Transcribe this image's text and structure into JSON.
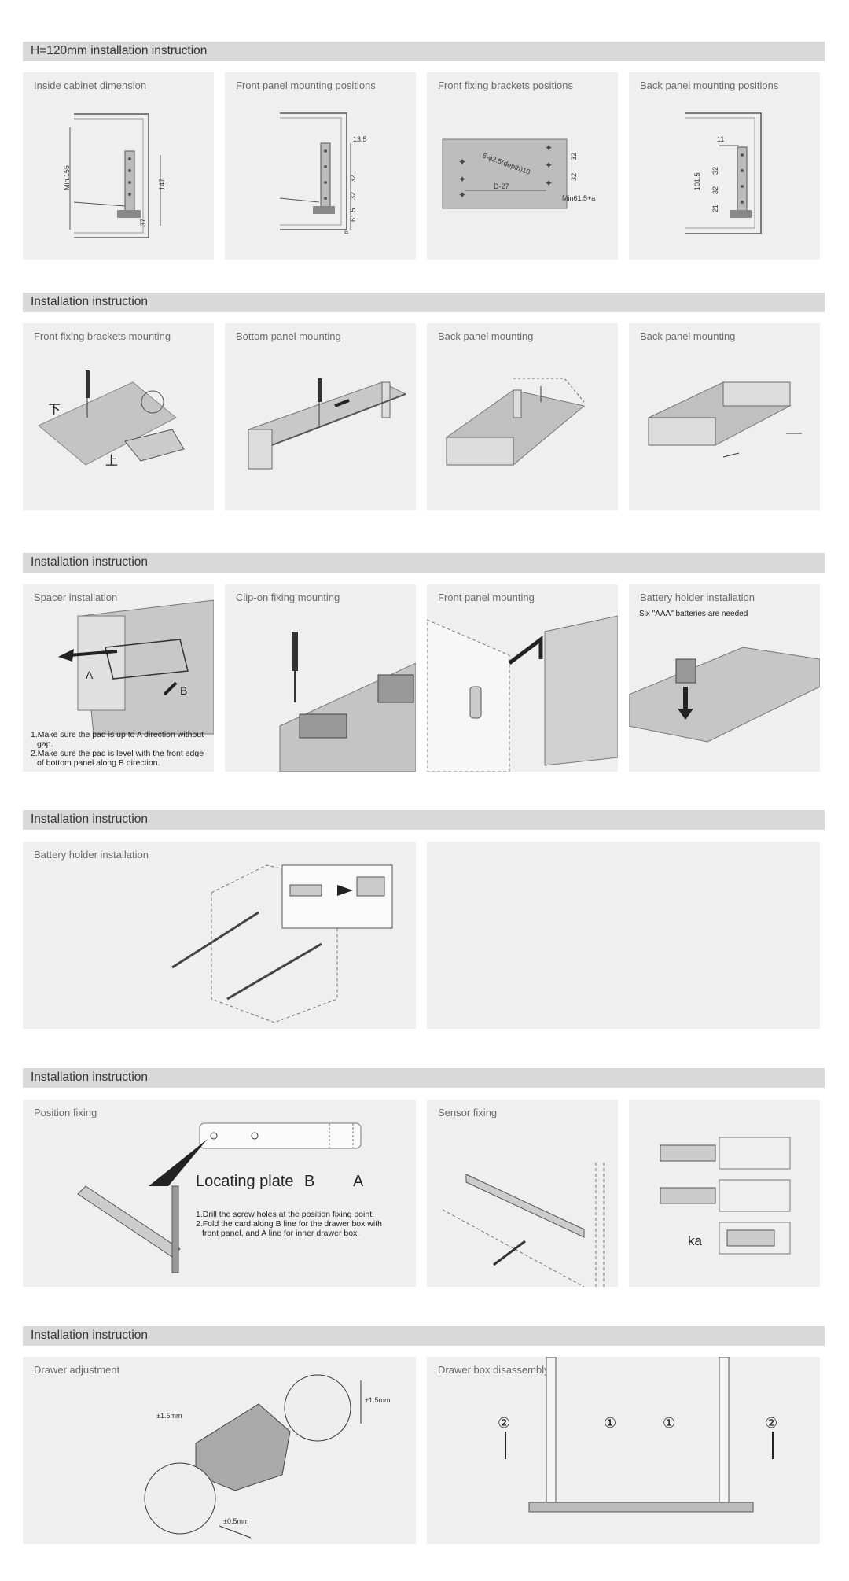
{
  "sections": [
    {
      "title": "H=120mm installation instruction",
      "panels": [
        "Inside cabinet dimension",
        "Front panel mounting positions",
        "Front fixing brackets positions",
        "Back panel mounting positions"
      ]
    },
    {
      "title": "Installation instruction",
      "panels": [
        "Front fixing brackets mounting",
        "Bottom panel mounting",
        "Back panel mounting",
        "Back panel mounting"
      ]
    },
    {
      "title": "Installation instruction",
      "panels": [
        "Spacer installation",
        "Clip-on fixing mounting",
        "Front panel mounting",
        "Battery holder installation"
      ]
    },
    {
      "title": "Installation instruction",
      "panels": [
        "Battery holder installation"
      ]
    },
    {
      "title": "Installation instruction",
      "panels": [
        "Position fixing",
        "Sensor fixing"
      ]
    },
    {
      "title": "Installation instruction",
      "panels": [
        "Drawer adjustment",
        "Drawer box disassembly"
      ]
    }
  ],
  "dims": {
    "min155": "Min.155",
    "d147": "147",
    "d37": "37",
    "d13_5": "13.5",
    "d32": "32",
    "d61_5": "61.5",
    "d_a": "a",
    "holes": "6-ϕ2.5(depth)10",
    "dminus27": "D-27",
    "min61_5a": "Min61.5+a",
    "d11": "11",
    "d101_5": "101.5",
    "d21": "21"
  },
  "chars": {
    "xia": "下",
    "shang": "上"
  },
  "labels": {
    "A": "A",
    "B": "B",
    "ka": "ka",
    "locating_plate": "Locating plate",
    "circle1": "①",
    "circle2": "②"
  },
  "notes": {
    "spacer": [
      "1.Make sure the pad is up to A direction without",
      "gap.",
      "2.Make sure the pad is level with the front edge",
      "of bottom panel along B direction."
    ],
    "battery": "Six \"AAA\" batteries are needed",
    "position": [
      "1.Drill the screw holes at the position fixing point.",
      "2.Fold the card along B line for the drawer box with",
      "front panel, and A line for inner drawer box."
    ]
  },
  "adjust": {
    "v": "±1.5mm",
    "h": "±1.5mm",
    "d": "±0.5mm"
  },
  "colors": {
    "bar": "#d9d9d9",
    "panel": "#efefef",
    "text": "#333333"
  }
}
